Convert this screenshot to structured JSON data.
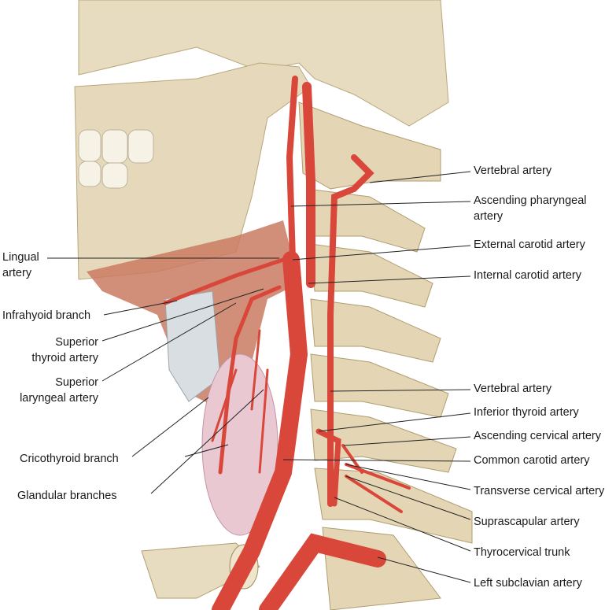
{
  "colors": {
    "bone": "#e8dcc0",
    "bone_shade": "#c9b88e",
    "artery": "#d9463a",
    "artery_dark": "#a82b22",
    "muscle": "#c97a62",
    "thyroid": "#e9c8d2",
    "leader": "#222222"
  },
  "labels_right": [
    {
      "text": "Vertebral artery"
    },
    {
      "text": "Ascending pharyngeal",
      "text2": "artery"
    },
    {
      "text": "External carotid artery"
    },
    {
      "text": "Internal carotid artery"
    },
    {
      "text": "Vertebral artery"
    },
    {
      "text": "Inferior thyroid artery"
    },
    {
      "text": "Ascending cervical artery"
    },
    {
      "text": "Common carotid artery"
    },
    {
      "text": "Transverse cervical artery"
    },
    {
      "text": "Suprascapular artery"
    },
    {
      "text": "Thyrocervical trunk"
    },
    {
      "text": "Left subclavian artery"
    }
  ],
  "labels_left": [
    {
      "text": "Lingual",
      "text2": "artery"
    },
    {
      "text": "Infrahyoid branch"
    },
    {
      "text": "Superior",
      "text2": "thyroid artery"
    },
    {
      "text": "Superior",
      "text2": "laryngeal artery"
    },
    {
      "text": "Cricothyroid branch"
    },
    {
      "text": "Glandular branches"
    }
  ]
}
